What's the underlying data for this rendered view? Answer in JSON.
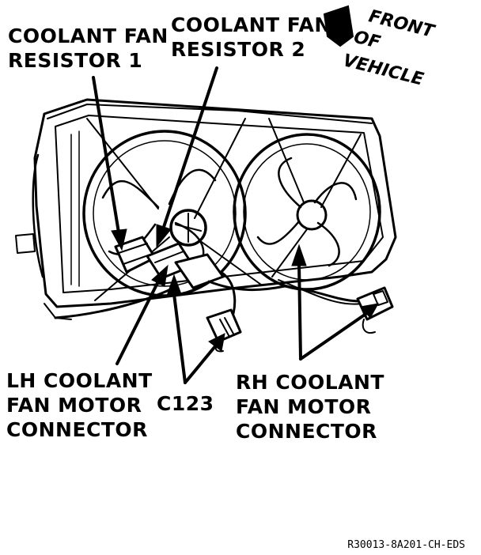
{
  "labels": {
    "resistor1": [
      "COOLANT FAN",
      "RESISTOR 1"
    ],
    "resistor2": [
      "COOLANT FAN",
      "RESISTOR 2"
    ],
    "front": [
      "FRONT",
      "OF",
      "VEHICLE"
    ],
    "lh_connector": [
      "LH COOLANT",
      "FAN MOTOR",
      "CONNECTOR"
    ],
    "c123": "C123",
    "rh_connector": [
      "RH COOLANT",
      "FAN MOTOR",
      "CONNECTOR"
    ]
  },
  "reference_code": "R30013-8A201-CH-EDS"
}
